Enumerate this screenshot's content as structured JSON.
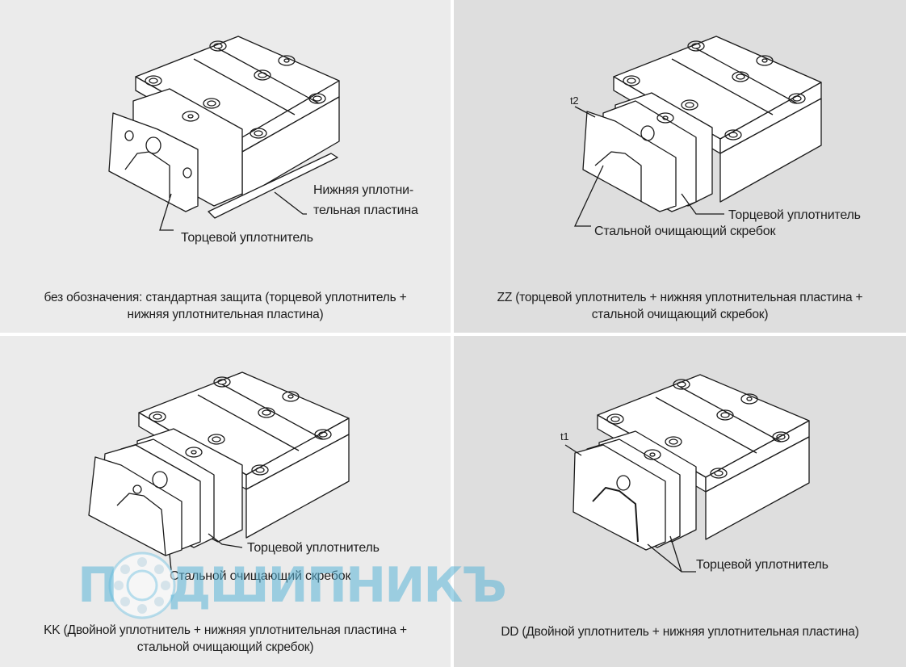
{
  "panels": {
    "p1": {
      "label_bottom_seal_line1": "Нижняя уплотни-",
      "label_bottom_seal_line2": "тельная пластина",
      "label_end_seal": "Торцевой уплотнитель",
      "caption_line1": "без обозначения: стандартная защита (торцевой уплотнитель +",
      "caption_line2": "нижняя уплотнительная пластина)"
    },
    "p2": {
      "label_t2": "t2",
      "label_end_seal": "Торцевой уплотнитель",
      "label_scraper": "Стальной очищающий скребок",
      "caption_line1": "ZZ (торцевой уплотнитель + нижняя уплотнительная пластина +",
      "caption_line2": "стальной очищающий скребок)"
    },
    "p3": {
      "label_end_seal": "Торцевой уплотнитель",
      "label_scraper": "Стальной очищающий скребок",
      "caption_line1": "KK (Двойной уплотнитель + нижняя уплотнительная пластина +",
      "caption_line2": "стальной очищающий скребок)"
    },
    "p4": {
      "label_t1": "t1",
      "label_end_seal": "Торцевой уплотнитель",
      "caption_line1": "DD (Двойной уплотнитель + нижняя уплотнительная пластина)"
    }
  },
  "watermark": {
    "text": "ДШИПНИКЪ",
    "first_letter": "П"
  },
  "colors": {
    "panel_light": "#ebebeb",
    "panel_dark": "#dedede",
    "line": "#1a1a1a"
  }
}
